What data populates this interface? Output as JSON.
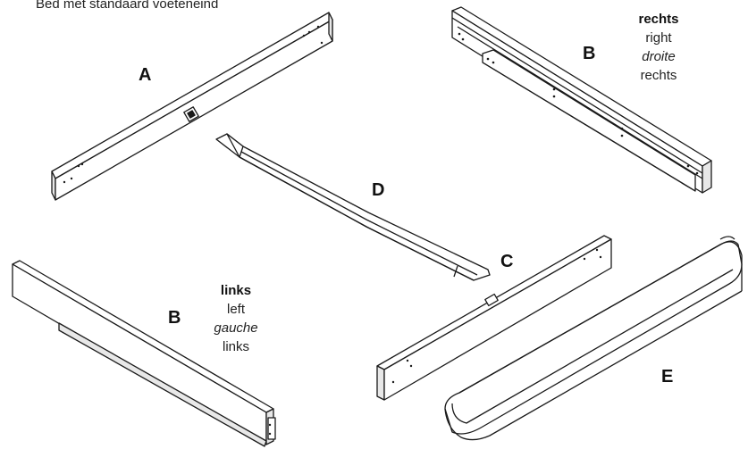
{
  "caption": "Bed met standaard voeteneind",
  "colors": {
    "line": "#1a1a1a",
    "panel": "#ffffff",
    "shade": "#e8e8e8"
  },
  "parts": {
    "A": {
      "label": "A"
    },
    "B_right": {
      "label": "B",
      "nl": "rechts",
      "en": "right",
      "fr": "droite",
      "de": "rechts"
    },
    "B_left": {
      "label": "B",
      "nl": "links",
      "en": "left",
      "fr": "gauche",
      "de": "links"
    },
    "C": {
      "label": "C"
    },
    "D": {
      "label": "D"
    },
    "E": {
      "label": "E"
    }
  }
}
